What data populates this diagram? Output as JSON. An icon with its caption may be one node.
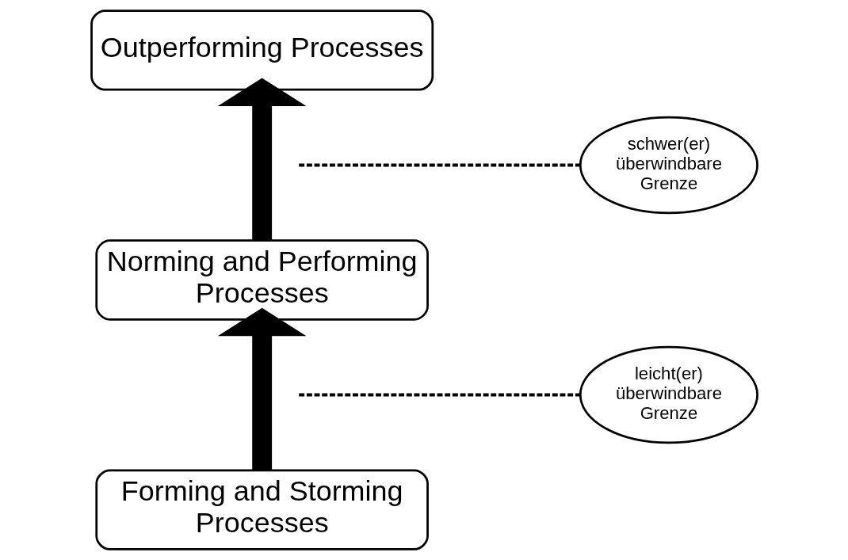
{
  "diagram": {
    "nodes": [
      {
        "text": [
          "Outperforming Processes"
        ]
      },
      {
        "text": [
          "schwer(er) überwindbare Grenze"
        ]
      },
      {
        "text": [
          "Norming and Performing Processes"
        ]
      },
      {
        "text": [
          "leicht(er) überwindbare Grenze"
        ]
      },
      {
        "text": [
          "Forming and Storming Processes"
        ]
      }
    ],
    "edges": [
      {
        "from": 4,
        "to": 2,
        "arrow": "to",
        "style": "thick"
      },
      {
        "from": 2,
        "to": 0,
        "arrow": "to",
        "style": "thick"
      },
      {
        "from": null,
        "to": 1,
        "arrow": "none",
        "style": "dashed"
      },
      {
        "from": null,
        "to": 3,
        "arrow": "none",
        "style": "dashed"
      }
    ]
  }
}
